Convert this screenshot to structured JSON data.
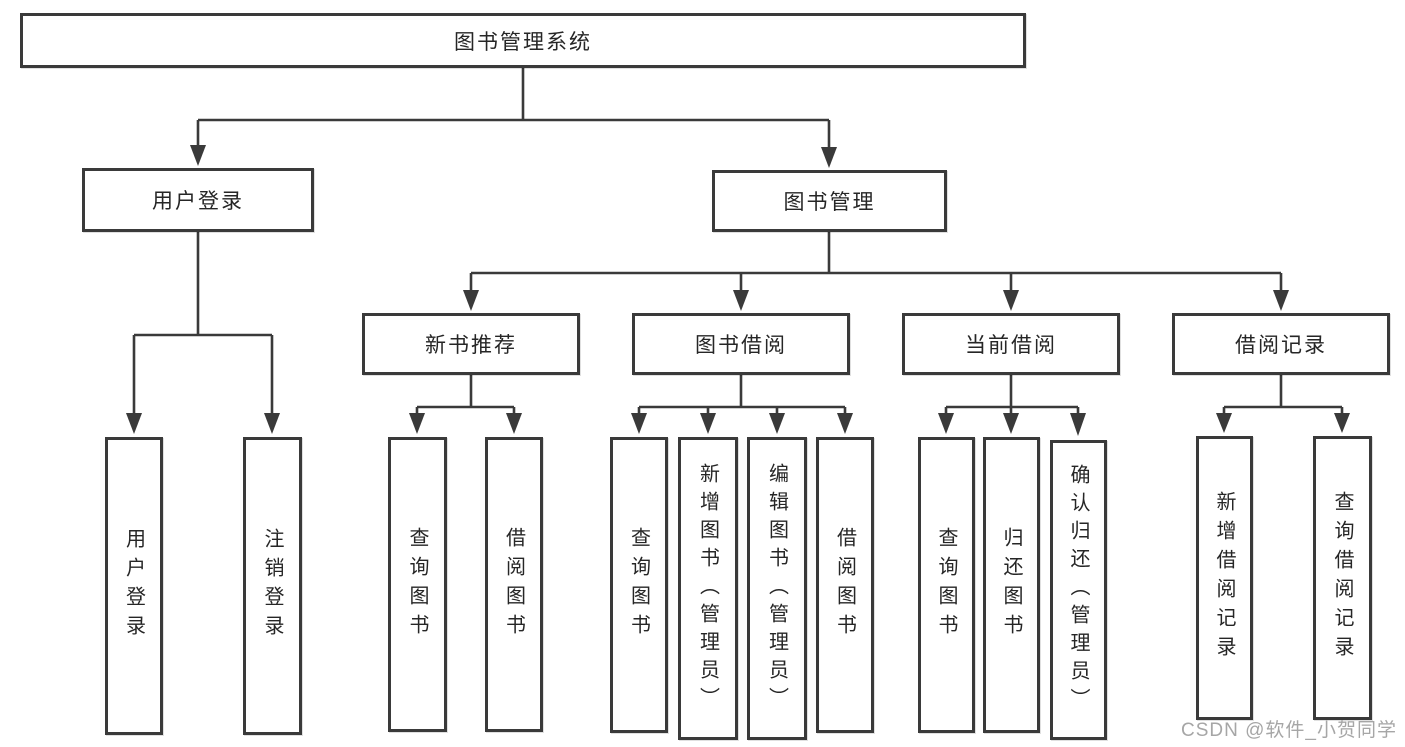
{
  "watermark": {
    "text": "CSDN @软件_小贺同学"
  },
  "colors": {
    "line": "#3a3a3a",
    "box_border": "#3a3a3a",
    "text": "#262626",
    "background": "#ffffff",
    "watermark": "#a6a6a6"
  },
  "tree": {
    "root": {
      "label": "图书管理系统",
      "children": [
        {
          "label": "用户登录",
          "children": [
            {
              "label": "用户登录"
            },
            {
              "label": "注销登录"
            }
          ]
        },
        {
          "label": "图书管理",
          "children": [
            {
              "label": "新书推荐",
              "children": [
                {
                  "label": "查询图书"
                },
                {
                  "label": "借阅图书"
                }
              ]
            },
            {
              "label": "图书借阅",
              "children": [
                {
                  "label": "查询图书"
                },
                {
                  "label": "新增图书（管理员）"
                },
                {
                  "label": "编辑图书（管理员）"
                },
                {
                  "label": "借阅图书"
                }
              ]
            },
            {
              "label": "当前借阅",
              "children": [
                {
                  "label": "查询图书"
                },
                {
                  "label": "归还图书"
                },
                {
                  "label": "确认归还（管理员）"
                }
              ]
            },
            {
              "label": "借阅记录",
              "children": [
                {
                  "label": "新增借阅记录"
                },
                {
                  "label": "查询借阅记录"
                }
              ]
            }
          ]
        }
      ]
    }
  }
}
